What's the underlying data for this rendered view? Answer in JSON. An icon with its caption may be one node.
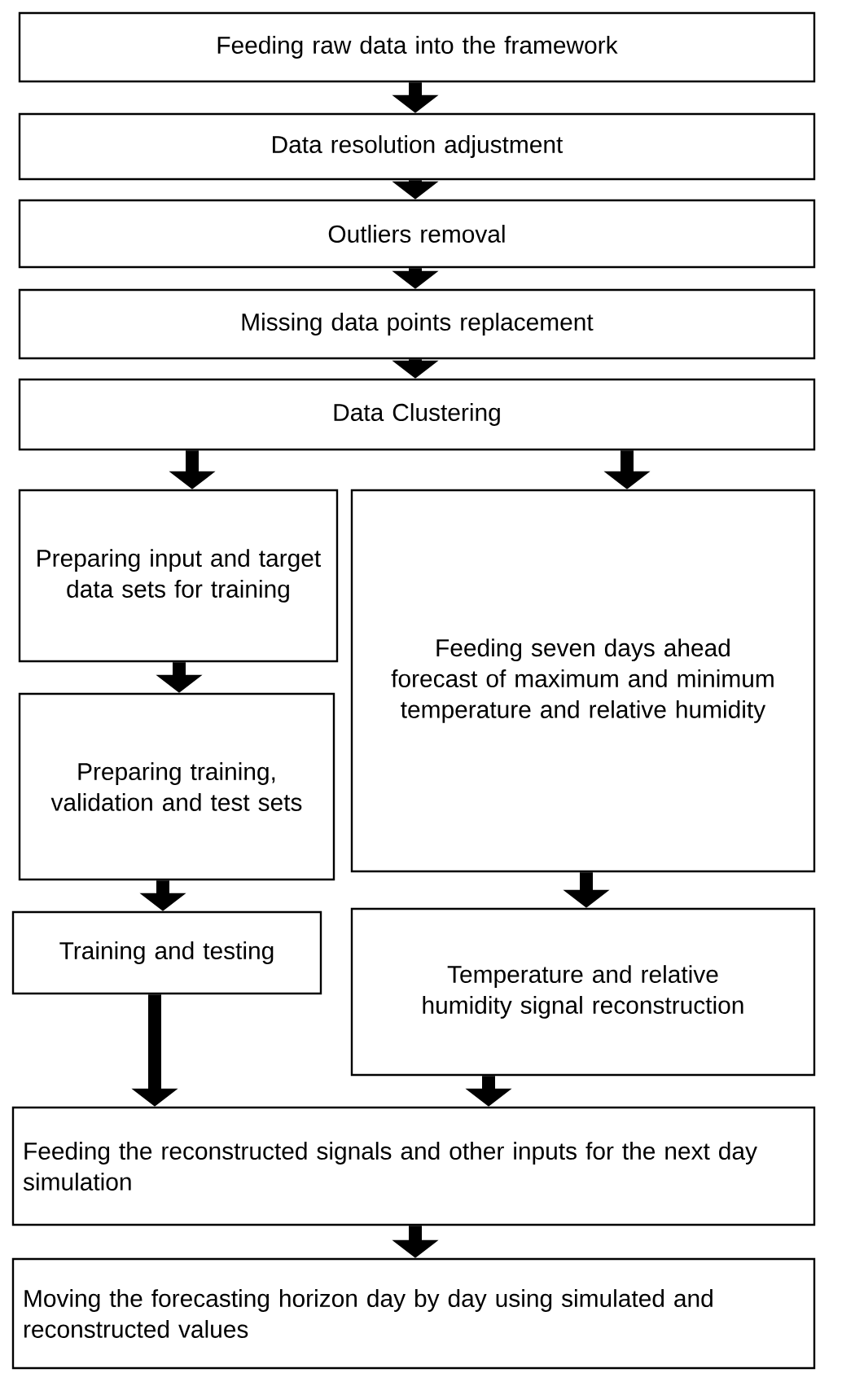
{
  "diagram": {
    "nodes": [
      {
        "text": [
          "Feeding raw data into the framework"
        ]
      },
      {
        "text": [
          "Data resolution adjustment"
        ]
      },
      {
        "text": [
          "Outliers removal"
        ]
      },
      {
        "text": [
          "Missing data points replacement"
        ]
      },
      {
        "text": [
          "Data Clustering"
        ]
      },
      {
        "text": [
          "Preparing input and target data sets for training"
        ]
      },
      {
        "text": [
          "Feeding seven days ahead forecast of maximum and minimum temperature and relative humidity"
        ]
      },
      {
        "text": [
          "Preparing training, validation and test sets"
        ]
      },
      {
        "text": [
          "Training and testing"
        ]
      },
      {
        "text": [
          "Temperature and relative humidity signal reconstruction"
        ]
      },
      {
        "text": [
          "Feeding the reconstructed signals and other inputs for the next day simulation"
        ]
      },
      {
        "text": [
          "Moving the forecasting horizon day by day using simulated and reconstructed values"
        ]
      }
    ],
    "edges": [
      {
        "from": 0,
        "to": 1,
        "arrow": "to"
      },
      {
        "from": 1,
        "to": 2,
        "arrow": "to"
      },
      {
        "from": 2,
        "to": 3,
        "arrow": "to"
      },
      {
        "from": 3,
        "to": 4,
        "arrow": "to"
      },
      {
        "from": 4,
        "to": 5,
        "arrow": "to"
      },
      {
        "from": 4,
        "to": 6,
        "arrow": "to"
      },
      {
        "from": 5,
        "to": 7,
        "arrow": "to"
      },
      {
        "from": 7,
        "to": 8,
        "arrow": "to"
      },
      {
        "from": 6,
        "to": 9,
        "arrow": "to"
      },
      {
        "from": 8,
        "to": 10,
        "arrow": "to"
      },
      {
        "from": 9,
        "to": 10,
        "arrow": "to"
      },
      {
        "from": 10,
        "to": 11,
        "arrow": "to"
      }
    ]
  }
}
